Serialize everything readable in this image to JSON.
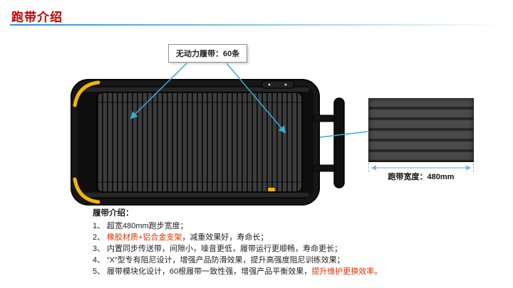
{
  "header": {
    "title": "跑带介绍"
  },
  "callout": {
    "label": "无动力履带：60条"
  },
  "detail": {
    "width_label": "跑带宽度：480mm"
  },
  "intro": {
    "heading": "履带介绍：",
    "items": [
      {
        "num": "1、",
        "parts": [
          {
            "text": "超宽480mm跑步宽度；",
            "highlight": false
          }
        ]
      },
      {
        "num": "2、",
        "parts": [
          {
            "text": "橡胶材质+铝合金支架",
            "highlight": true
          },
          {
            "text": "，减重效果好，寿命长；",
            "highlight": false
          }
        ]
      },
      {
        "num": "3、",
        "parts": [
          {
            "text": "内置同步传送带，间隙小，噪音更低，履带运行更顺畅，寿命更长；",
            "highlight": false
          }
        ]
      },
      {
        "num": "4、",
        "parts": [
          {
            "text": "“X”型专有阻尼设计，增强产品防滑效果，提升高强度阻尼训练效果；",
            "highlight": false
          }
        ]
      },
      {
        "num": "5、",
        "parts": [
          {
            "text": "履带模块化设计，60根履带一致性强，增强产品平衡效果，",
            "highlight": false
          },
          {
            "text": "提升维护更换效率。",
            "highlight": true
          }
        ]
      }
    ]
  },
  "colors": {
    "title_red": "#c00000",
    "highlight_red": "#e03000",
    "connector_teal": "#3aabcf",
    "dim_blue": "#86b8d8",
    "accent_yellow": "#f2b705"
  }
}
